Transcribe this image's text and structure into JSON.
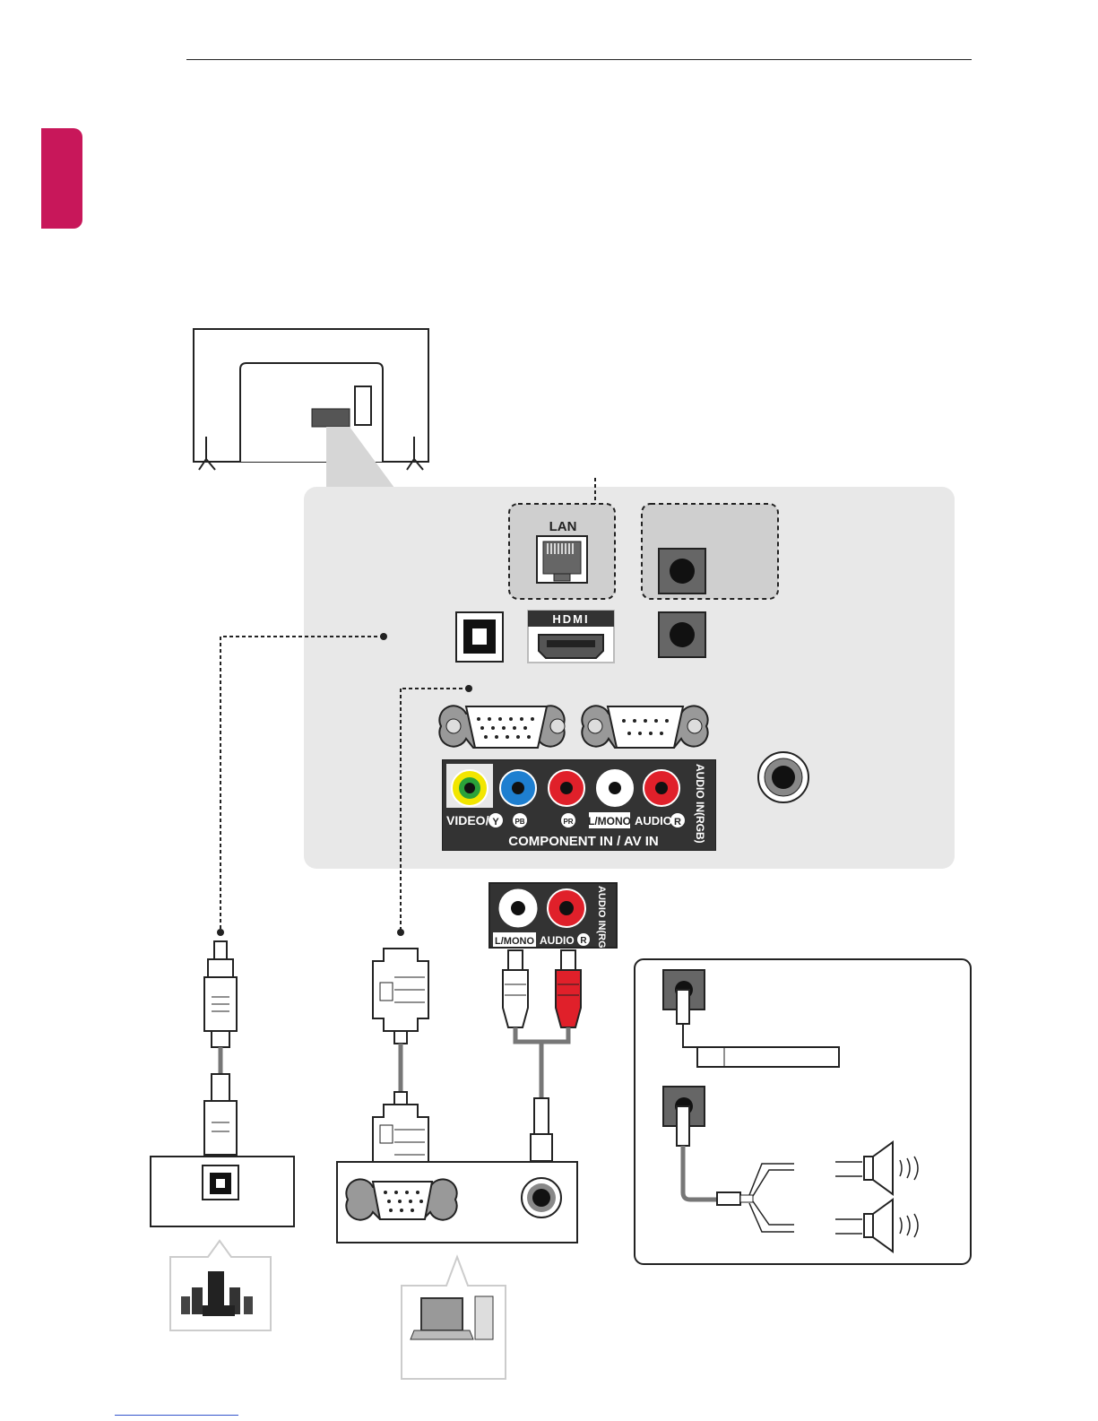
{
  "labels": {
    "lan": "LAN",
    "hdmi": "HDMI",
    "audio_in_rgb": "AUDIO IN(RGB)",
    "video_y": "VIDEO/",
    "y": "Y",
    "pb": "PB",
    "pr": "PR",
    "l_mono": "L/MONO",
    "audio": "AUDIO",
    "r": "R",
    "component_av": "COMPONENT IN / AV IN"
  },
  "colors": {
    "accent_tab": "#c8175a",
    "panel": "#e8e8e8",
    "rca_yellow": "#f2e600",
    "rca_green": "#2aa23a",
    "rca_blue": "#1e7fd0",
    "rca_red": "#e0202a",
    "rca_white": "#ffffff"
  },
  "icons": [
    "tv-rear-icon",
    "lan-port-icon",
    "hdmi-port-icon",
    "optical-port-icon",
    "vga-port-icon",
    "rs232-port-icon",
    "rca-jack-icon",
    "headphone-jack-icon",
    "speaker-icon",
    "home-theater-icon",
    "computer-icon"
  ]
}
